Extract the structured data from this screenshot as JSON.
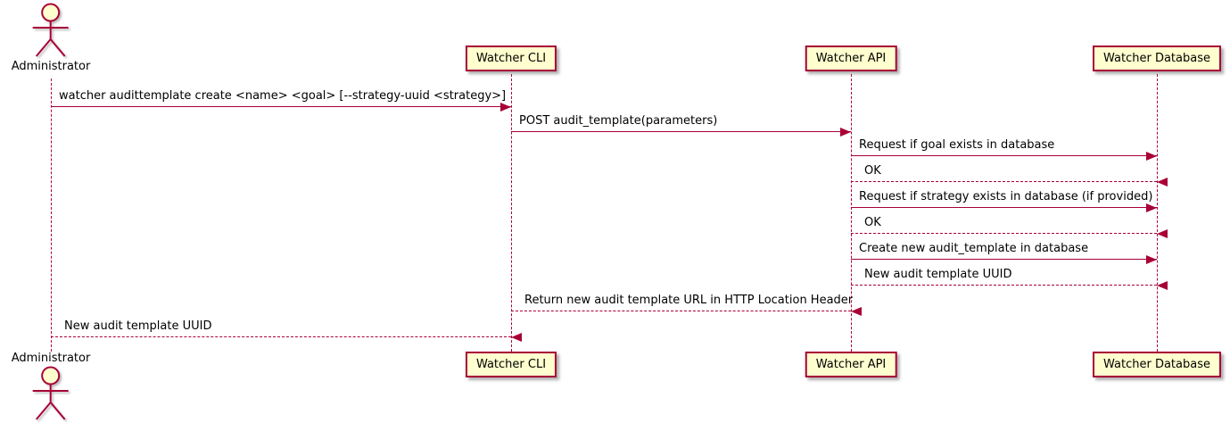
{
  "diagram": {
    "type": "uml-sequence-diagram",
    "colors": {
      "participant_fill": "#FEFECE",
      "participant_border": "#A80036",
      "line": "#A80036",
      "text": "#000000"
    },
    "actor": {
      "id": "administrator",
      "label": "Administrator"
    },
    "participants": [
      {
        "id": "watcher_cli",
        "label": "Watcher CLI"
      },
      {
        "id": "watcher_api",
        "label": "Watcher API"
      },
      {
        "id": "watcher_database",
        "label": "Watcher Database"
      }
    ],
    "messages": [
      {
        "from": "administrator",
        "to": "watcher_cli",
        "style": "solid",
        "label": "watcher audittemplate create <name> <goal> [--strategy-uuid <strategy>]"
      },
      {
        "from": "watcher_cli",
        "to": "watcher_api",
        "style": "solid",
        "label": "POST audit_template(parameters)"
      },
      {
        "from": "watcher_api",
        "to": "watcher_database",
        "style": "solid",
        "label": "Request if goal exists in database"
      },
      {
        "from": "watcher_database",
        "to": "watcher_api",
        "style": "dashed",
        "label": "OK"
      },
      {
        "from": "watcher_api",
        "to": "watcher_database",
        "style": "solid",
        "label": "Request if strategy exists in database (if provided)"
      },
      {
        "from": "watcher_database",
        "to": "watcher_api",
        "style": "dashed",
        "label": "OK"
      },
      {
        "from": "watcher_api",
        "to": "watcher_database",
        "style": "solid",
        "label": "Create new audit_template in database"
      },
      {
        "from": "watcher_database",
        "to": "watcher_api",
        "style": "dashed",
        "label": "New audit template UUID"
      },
      {
        "from": "watcher_api",
        "to": "watcher_cli",
        "style": "dashed",
        "label": "Return new audit template URL in HTTP Location Header"
      },
      {
        "from": "watcher_cli",
        "to": "administrator",
        "style": "dashed",
        "label": "New audit template UUID"
      }
    ]
  }
}
